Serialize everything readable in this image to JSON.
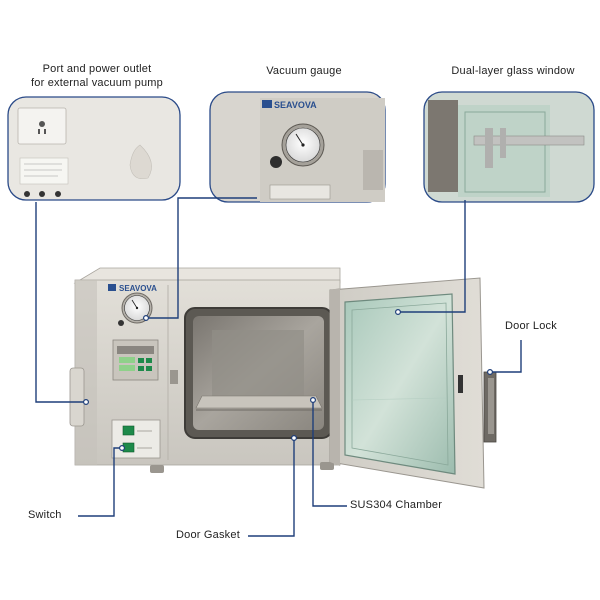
{
  "brand": "SEAVOVA",
  "labels": {
    "port_outlet_line1": "Port and power outlet",
    "port_outlet_line2": "for external vacuum pump",
    "vacuum_gauge": "Vacuum gauge",
    "glass_window": "Dual-layer glass window",
    "door_lock": "Door Lock",
    "switch": "Switch",
    "chamber": "SUS304 Chamber",
    "door_gasket": "Door Gasket"
  },
  "colors": {
    "callout_line": "#1f3f7a",
    "panel_border": "#2a4a88",
    "body": "#d6d3cc",
    "display_green": "#8fd18a",
    "button_green": "#1d8a4a",
    "brand_blue": "#2a4f8f"
  }
}
